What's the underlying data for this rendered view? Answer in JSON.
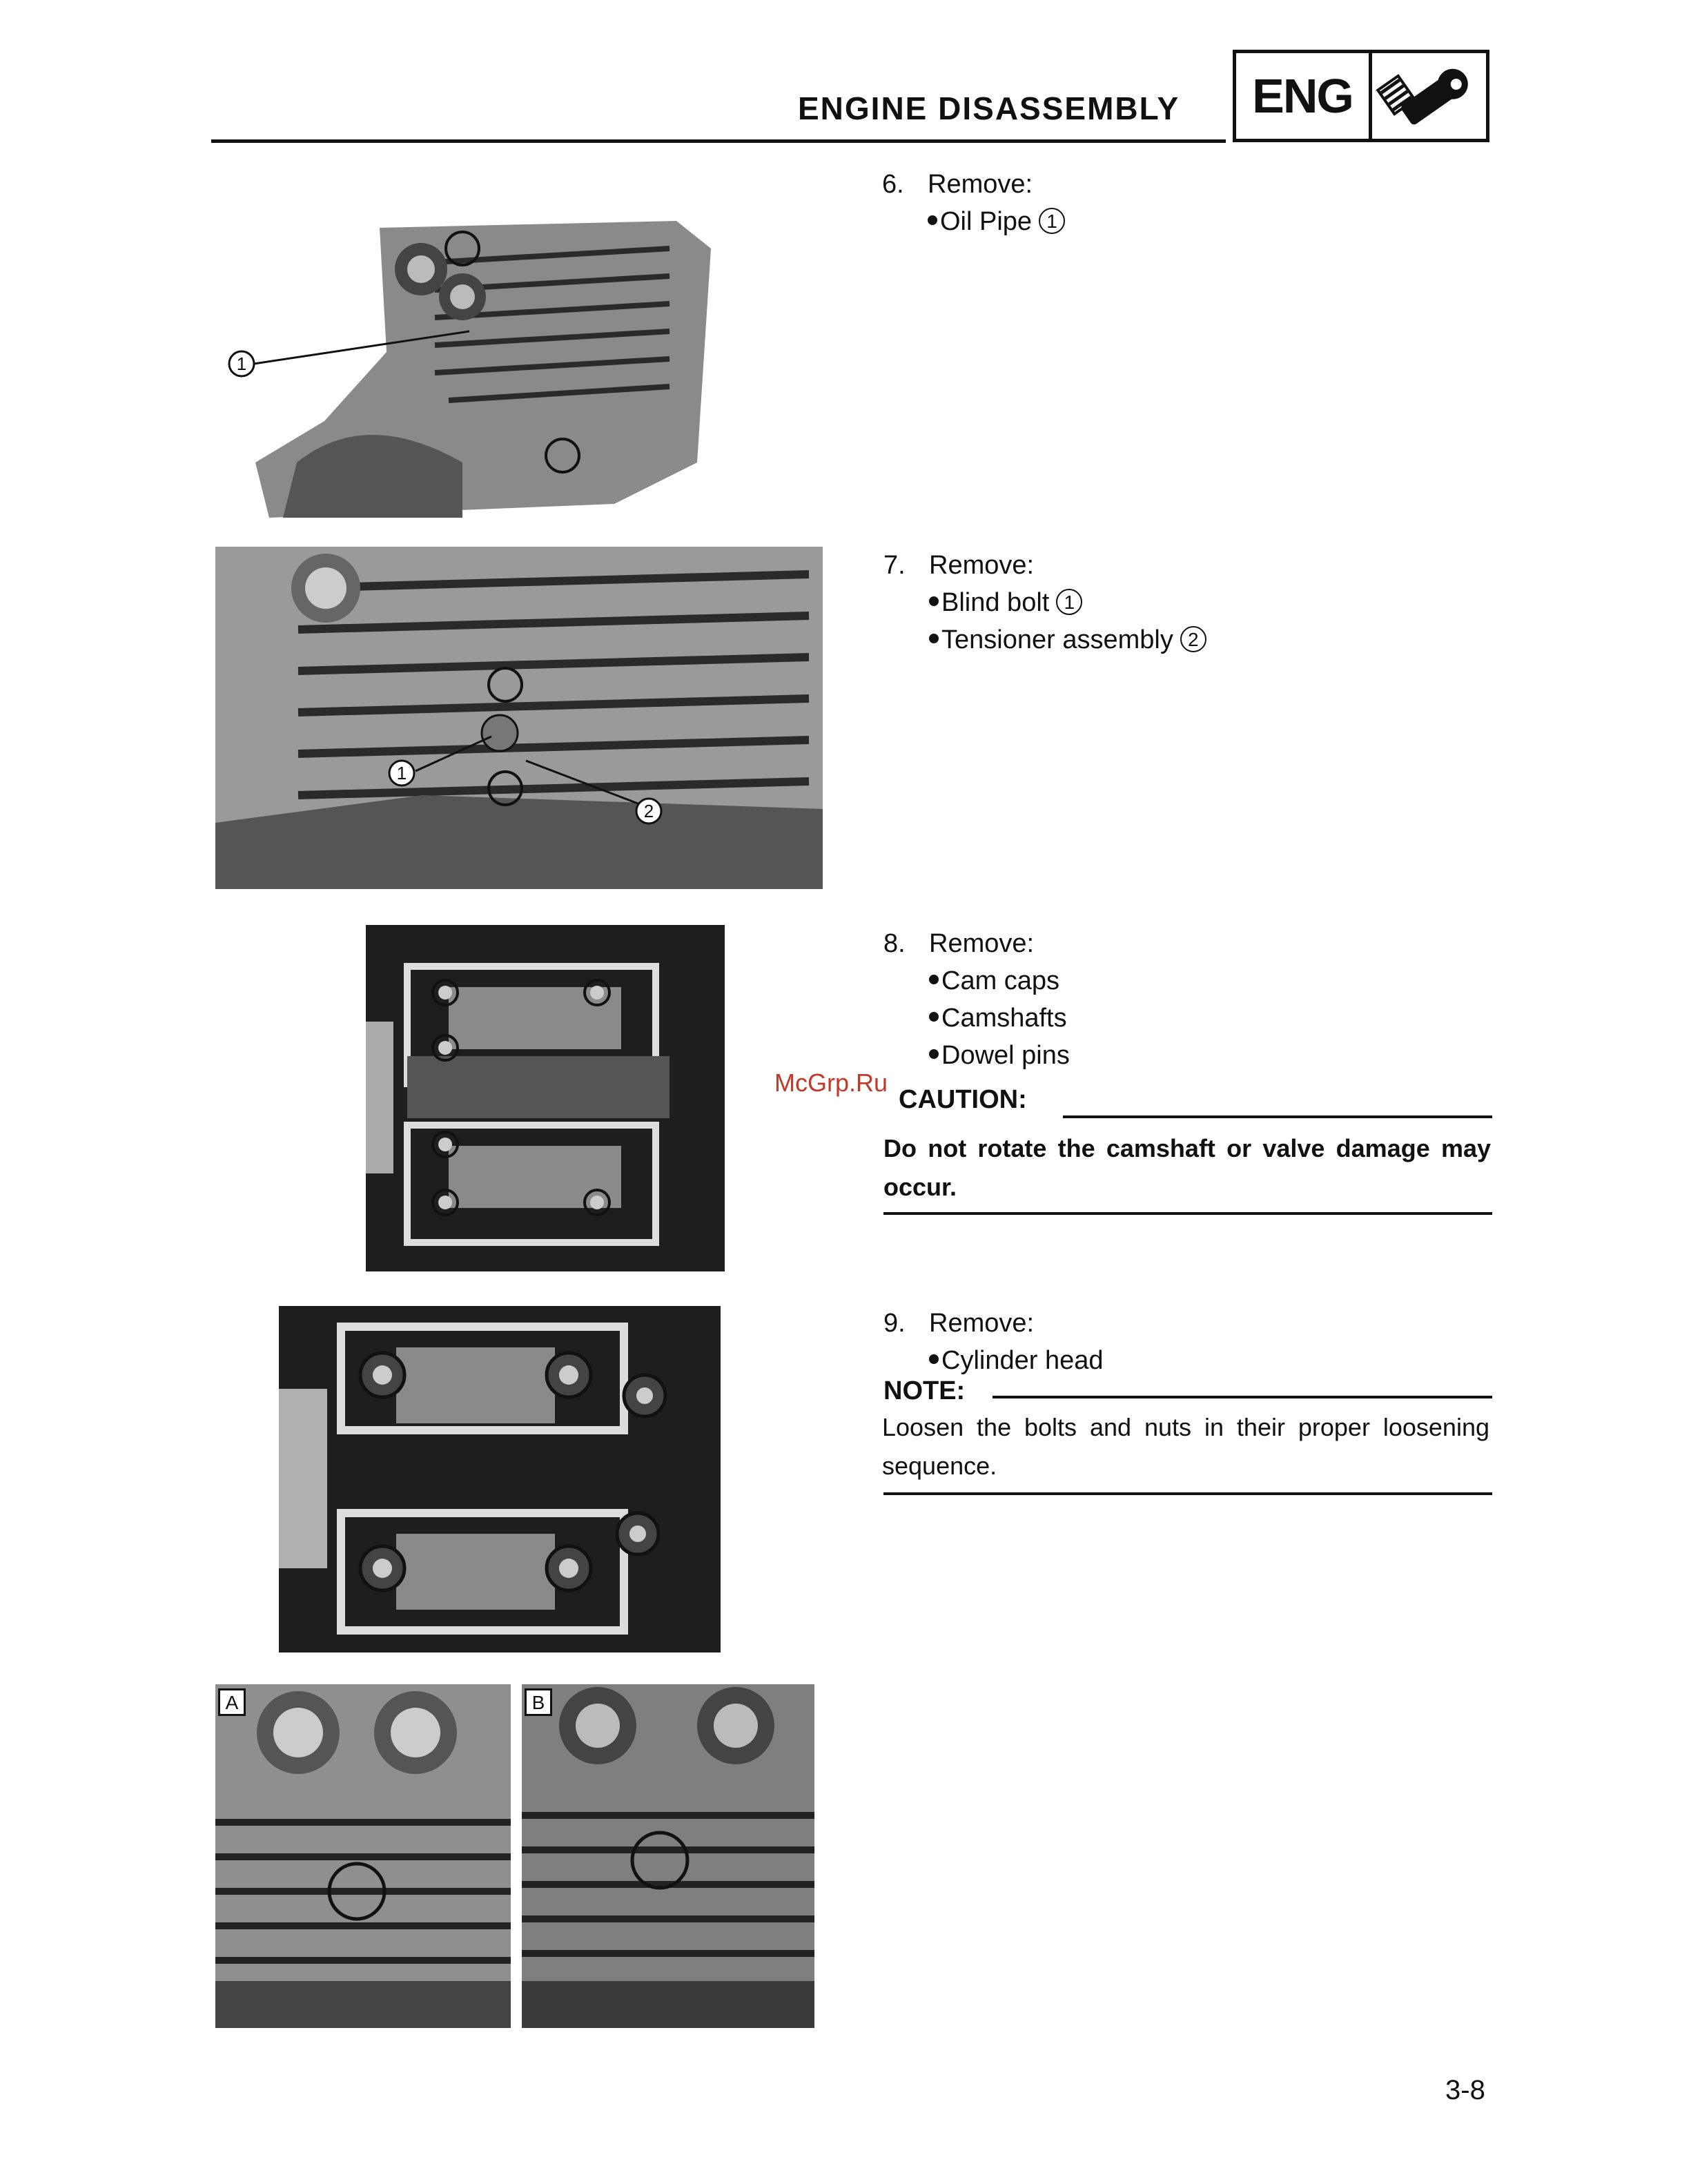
{
  "header": {
    "title": "ENGINE DISASSEMBLY",
    "badge": "ENG",
    "icon": "engine-wrench-icon"
  },
  "steps": [
    {
      "number": "6.",
      "action": "Remove:",
      "items": [
        {
          "text": "Oil Pipe",
          "ref": "1"
        }
      ]
    },
    {
      "number": "7.",
      "action": "Remove:",
      "items": [
        {
          "text": "Blind bolt",
          "ref": "1"
        },
        {
          "text": "Tensioner assembly",
          "ref": "2"
        }
      ]
    },
    {
      "number": "8.",
      "action": "Remove:",
      "items": [
        {
          "text": "Cam caps"
        },
        {
          "text": "Camshafts"
        },
        {
          "text": "Dowel pins"
        }
      ]
    },
    {
      "number": "9.",
      "action": "Remove:",
      "items": [
        {
          "text": "Cylinder head"
        }
      ]
    }
  ],
  "caution": {
    "label": "CAUTION:",
    "text": "Do not rotate the camshaft or valve damage may occur."
  },
  "note": {
    "label": "NOTE:",
    "text": "Loosen the bolts and nuts in their proper loosening sequence."
  },
  "photo_callouts": {
    "photo1": [
      "1"
    ],
    "photo2": [
      "1",
      "2"
    ],
    "photo5_panels": [
      "A",
      "B"
    ]
  },
  "watermark": "McGrp.Ru",
  "page_number": "3-8"
}
